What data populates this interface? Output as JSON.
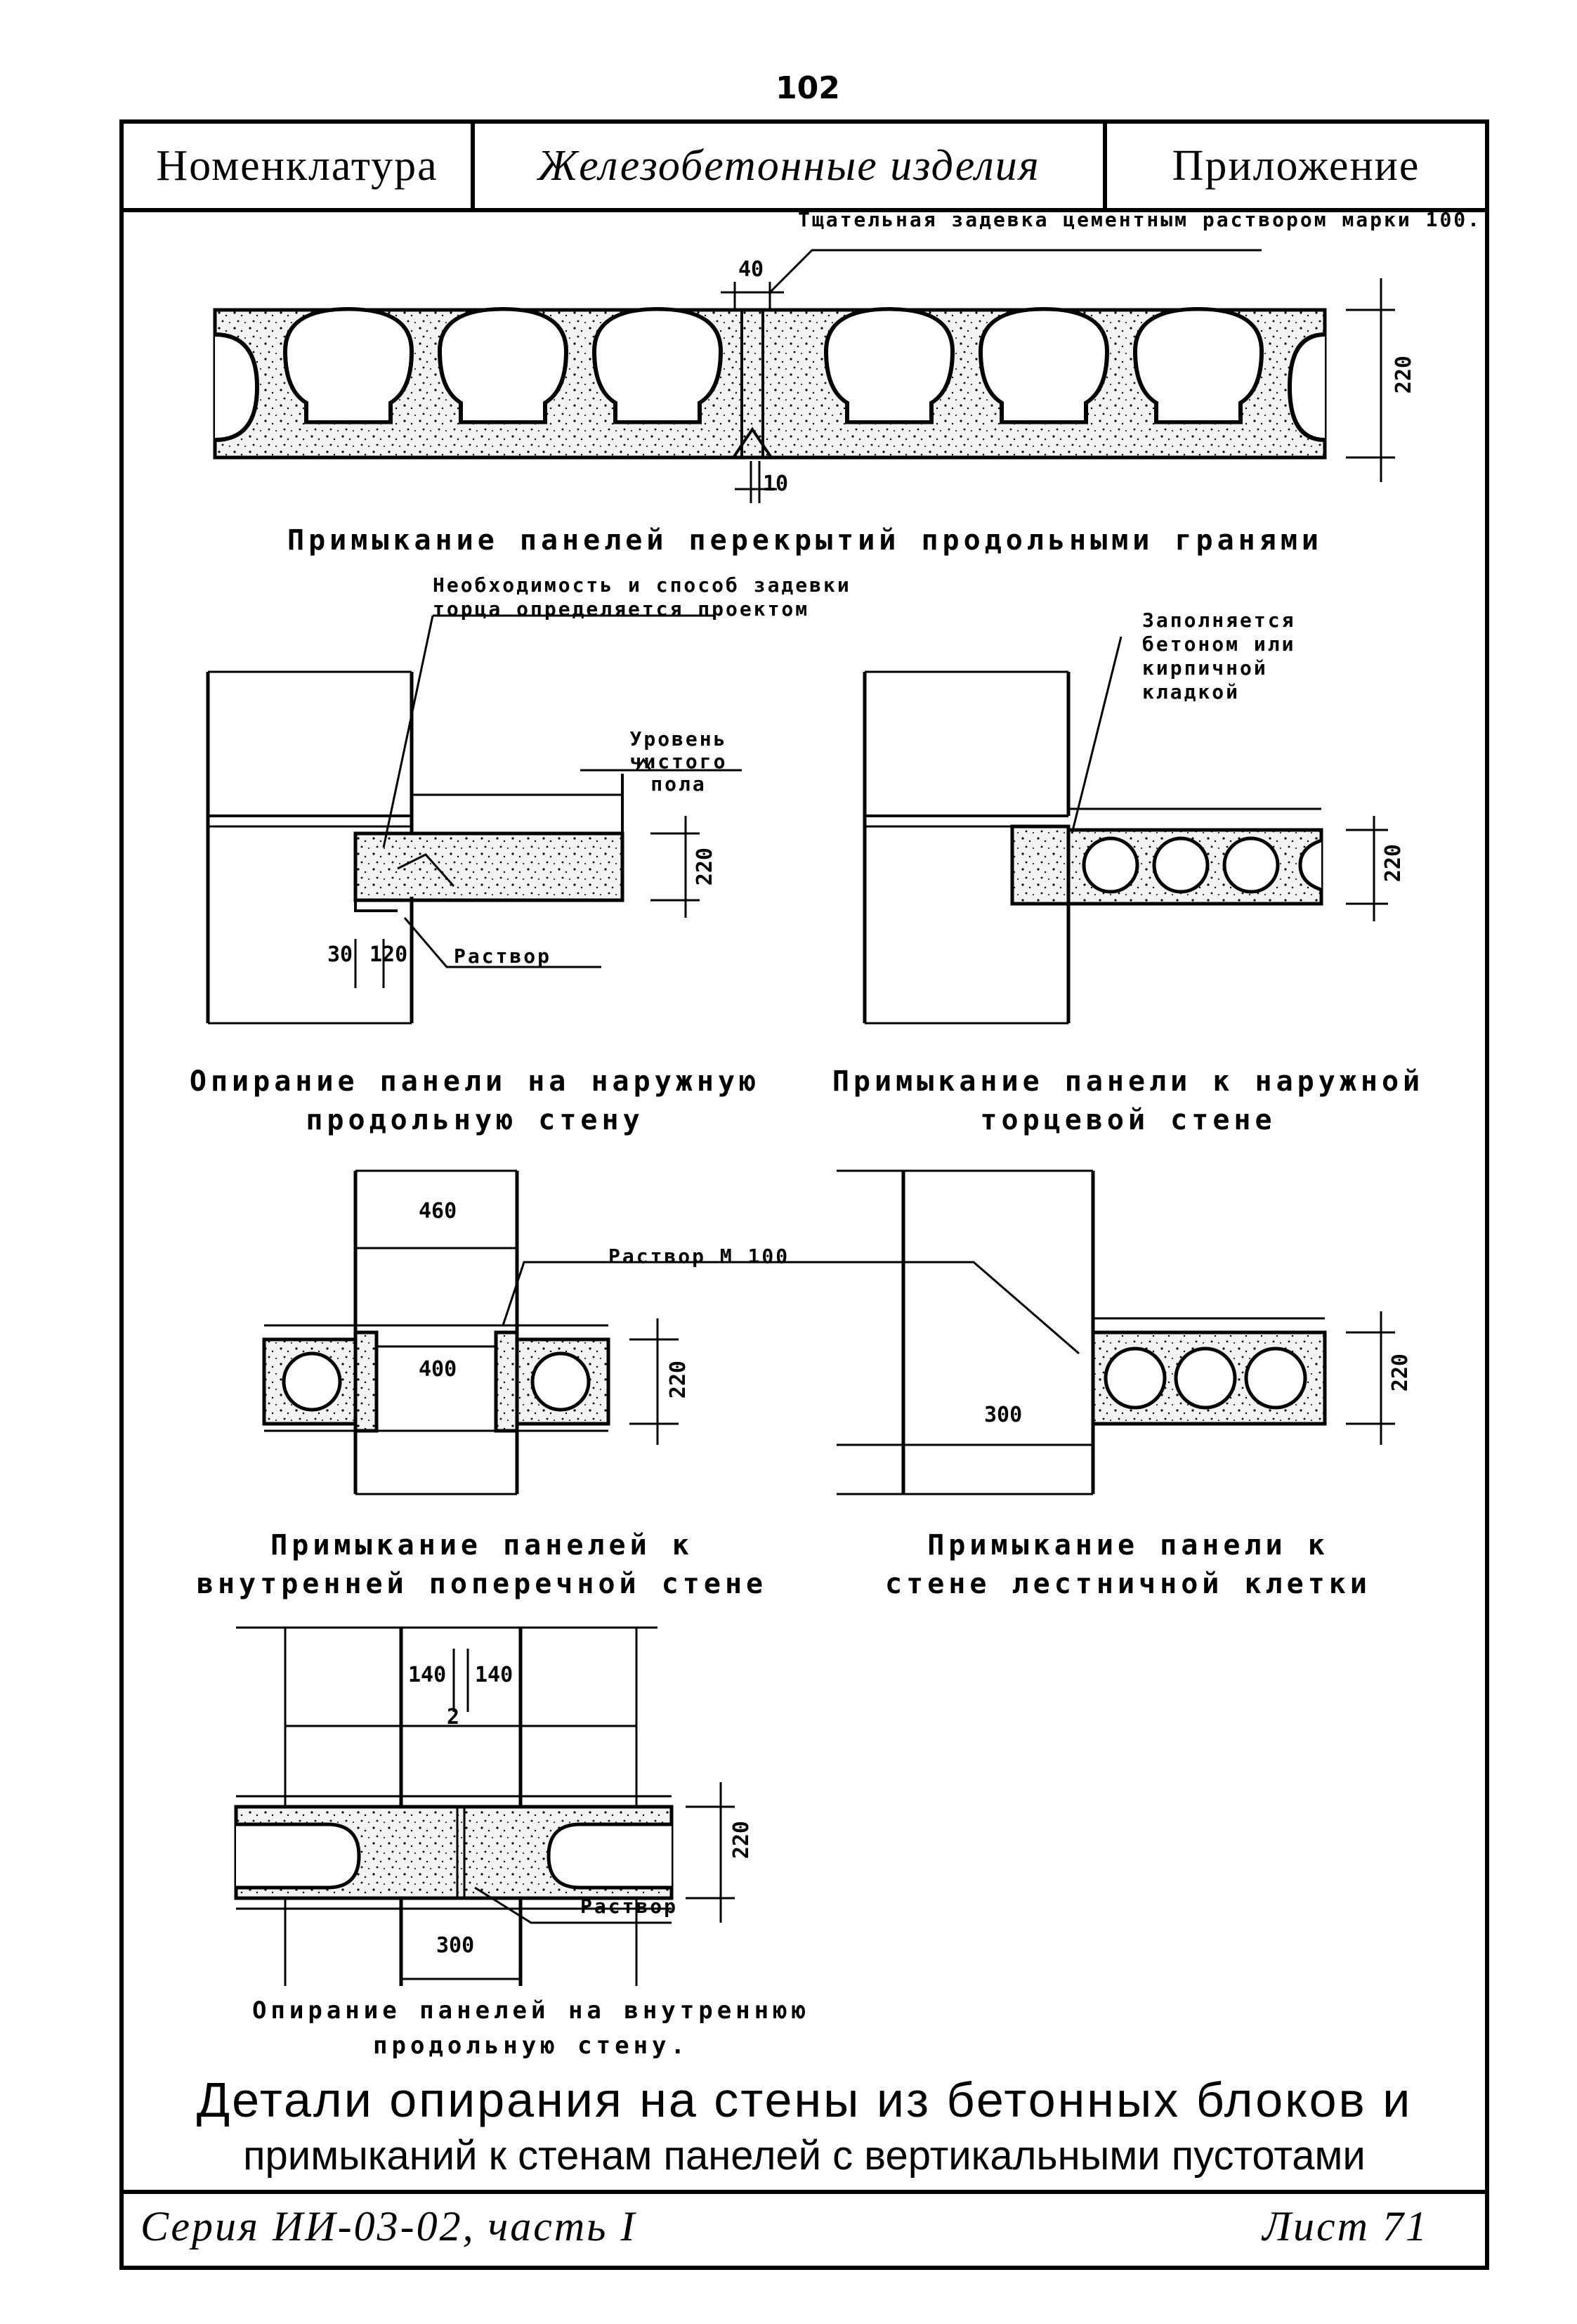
{
  "page_number": "102",
  "header": {
    "nomenclature": "Номенклатура",
    "subject": "Железобетонные изделия",
    "appendix": "Приложение"
  },
  "detail_top": {
    "note": "Тщательная задевка цементным раствором марки 100.",
    "dim_gap_top": "40",
    "dim_gap_bottom": "10",
    "dim_height": "220",
    "caption": "Примыкание панелей перекрытий продольными гранями"
  },
  "detail_outer_longitudinal": {
    "note": "Необходимость и способ задевки торца определяется проектом",
    "floor_level": "Уровень чистого пола",
    "mortar": "Раствор",
    "dim_a": "30",
    "dim_b": "120",
    "dim_height": "220",
    "caption_line1": "Опирание панели на наружную",
    "caption_line2": "продольную стену"
  },
  "detail_outer_end": {
    "note": "Заполняется бетоном или кирпичной кладкой",
    "dim_height": "220",
    "caption_line1": "Примыкание панели к наружной",
    "caption_line2": "торцевой стене"
  },
  "detail_inner_cross": {
    "dim_wall": "460",
    "dim_inner": "400",
    "dim_height": "220",
    "caption_line1": "Примыкание панелей к",
    "caption_line2": "внутренней поперечной стене"
  },
  "detail_stair": {
    "mortar_label": "Раствор М 100",
    "dim_wall": "300",
    "dim_height": "220",
    "caption_line1": "Примыкание панели к",
    "caption_line2": "стене лестничной клетки"
  },
  "detail_inner_long": {
    "dim_left": "140",
    "dim_right": "140",
    "dim_gap": "2",
    "dim_wall": "300",
    "dim_height": "220",
    "mortar": "Раствор",
    "caption_line1": "Опирание панелей на внутреннюю",
    "caption_line2": "продольную стену."
  },
  "title": {
    "line1": "Детали опирания на стены из бетонных блоков и",
    "line2": "примыканий к стенам панелей с вертикальными пустотами"
  },
  "footer": {
    "series": "Серия ИИ-03-02, часть I",
    "sheet": "Лист 71"
  }
}
